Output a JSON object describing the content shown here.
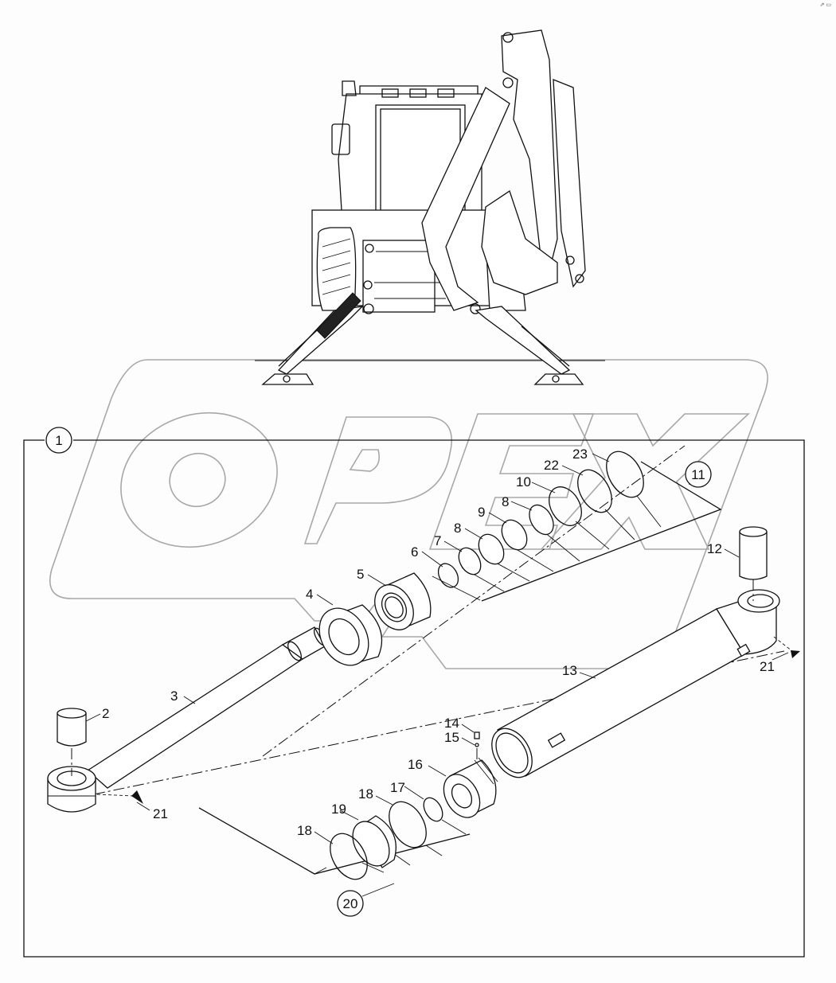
{
  "diagram": {
    "type": "exploded parts diagram",
    "subject": "Backhoe loader hydraulic cylinder (stabilizer) assembly",
    "watermark": "OPEX",
    "corner_mark": "⇗ ▭",
    "assembly_callout": "1",
    "group_callouts": [
      {
        "id": "11",
        "label": "11"
      },
      {
        "id": "20",
        "label": "20"
      }
    ],
    "part_labels": [
      {
        "id": "p2",
        "label": "2",
        "description": "bushing (rod end)"
      },
      {
        "id": "p3",
        "label": "3",
        "description": "piston rod"
      },
      {
        "id": "p4",
        "label": "4",
        "description": "gland nut"
      },
      {
        "id": "p5",
        "label": "5",
        "description": "gland / head"
      },
      {
        "id": "p6",
        "label": "6",
        "description": "seal ring"
      },
      {
        "id": "p7",
        "label": "7",
        "description": "wiper ring"
      },
      {
        "id": "p8a",
        "label": "8",
        "description": "backup ring"
      },
      {
        "id": "p9",
        "label": "9",
        "description": "rod seal"
      },
      {
        "id": "p8b",
        "label": "8",
        "description": "backup ring"
      },
      {
        "id": "p10",
        "label": "10",
        "description": "o-ring"
      },
      {
        "id": "p22",
        "label": "22",
        "description": "backup ring"
      },
      {
        "id": "p23",
        "label": "23",
        "description": "o-ring"
      },
      {
        "id": "p12",
        "label": "12",
        "description": "bushing (barrel end)"
      },
      {
        "id": "p13",
        "label": "13",
        "description": "cylinder barrel"
      },
      {
        "id": "p14",
        "label": "14",
        "description": "set screw"
      },
      {
        "id": "p15",
        "label": "15",
        "description": "ball"
      },
      {
        "id": "p16",
        "label": "16",
        "description": "piston"
      },
      {
        "id": "p17",
        "label": "17",
        "description": "o-ring"
      },
      {
        "id": "p18a",
        "label": "18",
        "description": "wear ring"
      },
      {
        "id": "p19",
        "label": "19",
        "description": "piston seal"
      },
      {
        "id": "p18b",
        "label": "18",
        "description": "wear ring"
      },
      {
        "id": "p21a",
        "label": "21",
        "description": "grease fitting (rod)"
      },
      {
        "id": "p21b",
        "label": "21",
        "description": "grease fitting (barrel)"
      }
    ]
  }
}
